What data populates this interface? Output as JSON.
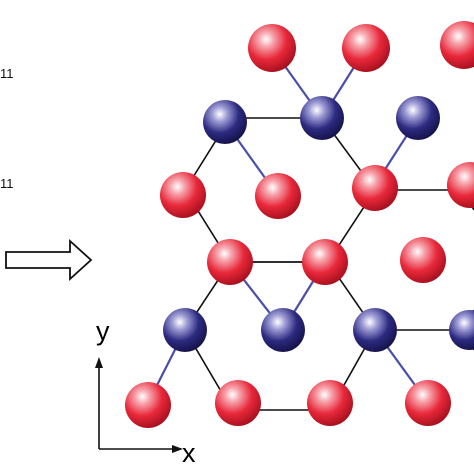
{
  "labels": {
    "subscript_top": "11",
    "subscript_mid": "11",
    "axis_y": "y",
    "axis_x": "x"
  },
  "colors": {
    "red_atom": "#e8283a",
    "blue_atom": "#2c2a80",
    "bond": "#4a4ea8",
    "cell_line": "#111111",
    "background": "#ffffff"
  },
  "icons": {
    "right_arrow": "outline-right-arrow-icon"
  }
}
